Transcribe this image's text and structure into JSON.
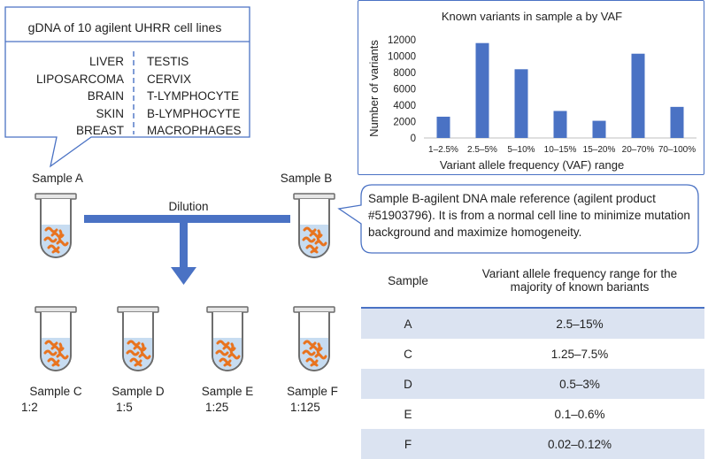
{
  "callout_top": {
    "title": "gDNA of 10 agilent UHRR cell lines",
    "left_list": [
      "LIVER",
      "LIPOSARCOMA",
      "BRAIN",
      "SKIN",
      "BREAST"
    ],
    "right_list": [
      "TESTIS",
      "CERVIX",
      "T-LYMPHOCYTE",
      "B-LYMPHOCYTE",
      "MACROPHAGES"
    ]
  },
  "chart_data": {
    "type": "bar",
    "title": "Known variants in sample a by VAF",
    "xlabel": "Variant allele frequency (VAF) range",
    "ylabel": "Number of variants",
    "categories": [
      "1–2.5%",
      "2.5–5%",
      "5–10%",
      "10–15%",
      "15–20%",
      "20–70%",
      "70–100%"
    ],
    "values": [
      2600,
      11600,
      8400,
      3300,
      2100,
      10300,
      3800
    ],
    "ylim": [
      0,
      12000
    ],
    "yticks": [
      0,
      2000,
      4000,
      6000,
      8000,
      10000,
      12000
    ],
    "bar_color": "#4a72c4",
    "grid": false
  },
  "samples": {
    "a_label": "Sample A",
    "b_label": "Sample B",
    "dilution_label": "Dilution",
    "diluted": [
      {
        "name": "Sample C",
        "ratio": "1:2"
      },
      {
        "name": "Sample D",
        "ratio": "1:5"
      },
      {
        "name": "Sample E",
        "ratio": "1:25"
      },
      {
        "name": "Sample F",
        "ratio": "1:125"
      }
    ]
  },
  "note": "Sample B-agilent DNA male reference (agilent product #51903796). It is from a normal cell line to minimize mutation background and maximize homogeneity.",
  "table": {
    "header": [
      "Sample",
      "Variant allele frequency range for the majority of known bariants"
    ],
    "rows": [
      [
        "A",
        "2.5–15%"
      ],
      [
        "C",
        "1.25–7.5%"
      ],
      [
        "D",
        "0.5–3%"
      ],
      [
        "E",
        "0.1–0.6%"
      ],
      [
        "F",
        "0.02–0.12%"
      ]
    ]
  },
  "colors": {
    "accent": "#4a72c4",
    "liquid": "#c7dcf1",
    "dna": "#e8731f",
    "tube": "#6b6b6b",
    "table_stripe": "#dbe3f1"
  }
}
